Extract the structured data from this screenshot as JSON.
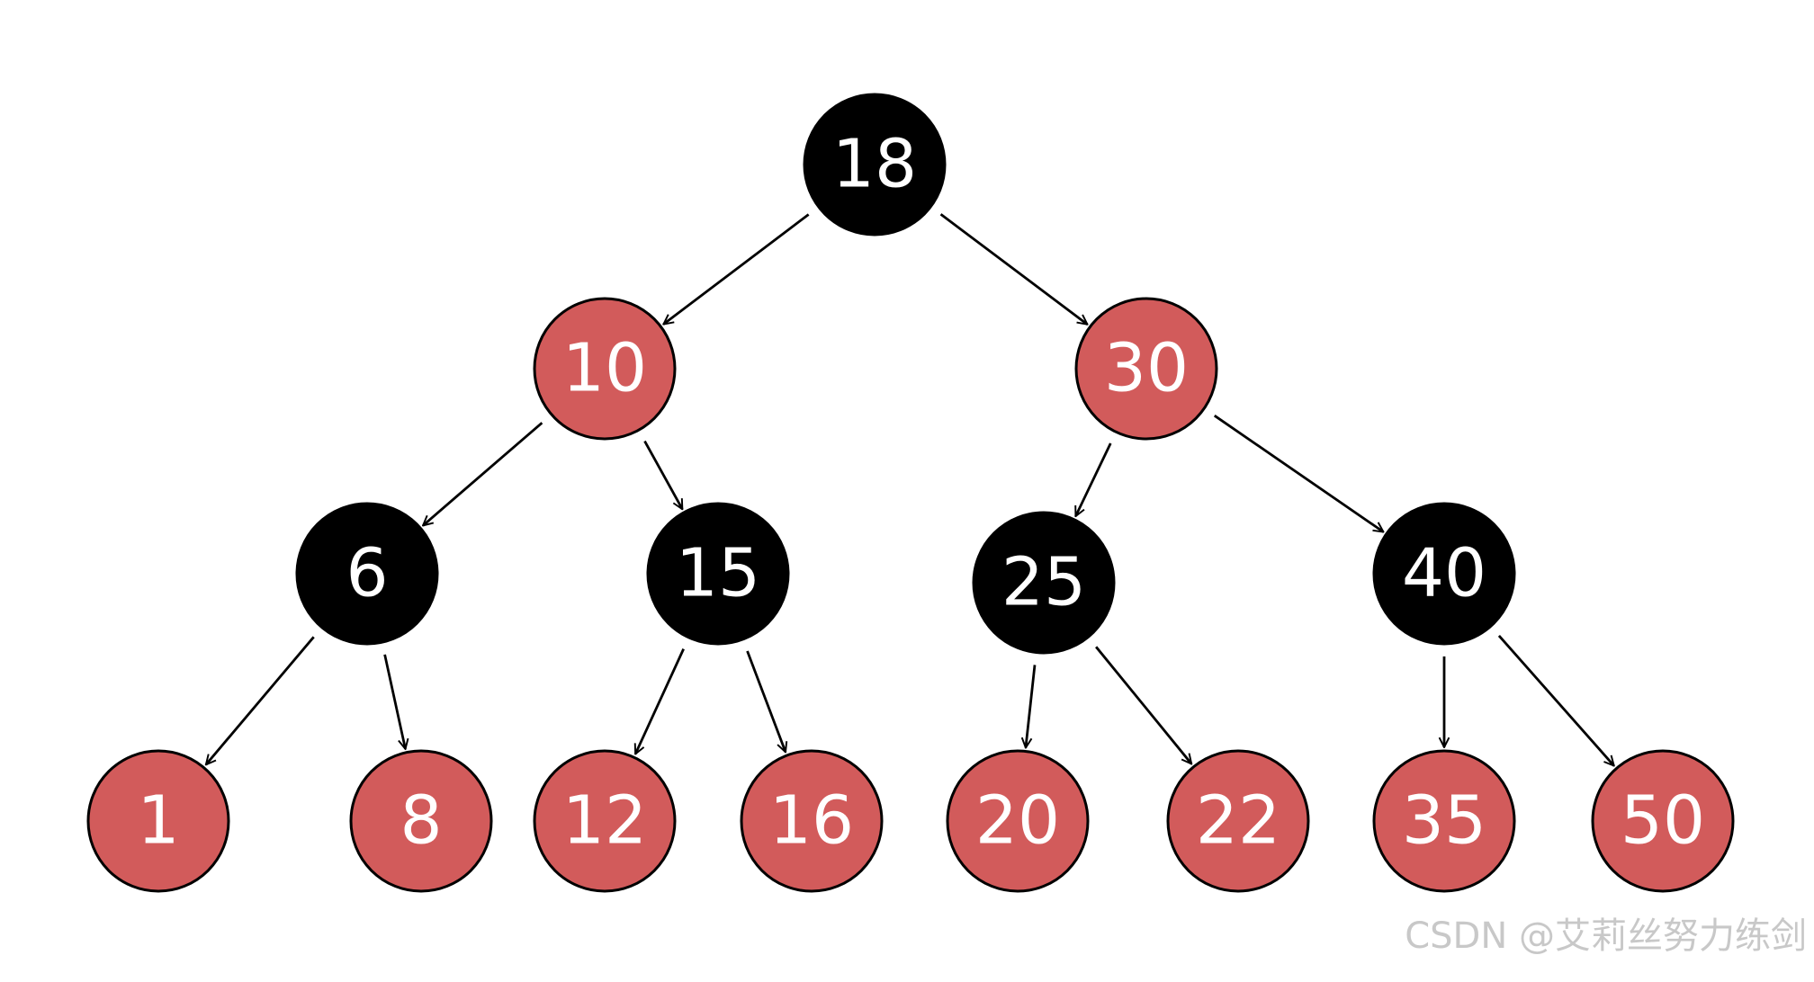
{
  "diagram": {
    "colors": {
      "black_node": "#000000",
      "red_node": "#D25B5B",
      "label": "#ffffff",
      "edge": "#000000"
    },
    "nodes": [
      {
        "id": "n18",
        "label": "18",
        "color": "black"
      },
      {
        "id": "n10",
        "label": "10",
        "color": "red"
      },
      {
        "id": "n30",
        "label": "30",
        "color": "red"
      },
      {
        "id": "n6",
        "label": "6",
        "color": "black"
      },
      {
        "id": "n15",
        "label": "15",
        "color": "black"
      },
      {
        "id": "n25",
        "label": "25",
        "color": "black"
      },
      {
        "id": "n40",
        "label": "40",
        "color": "black"
      },
      {
        "id": "n1",
        "label": "1",
        "color": "red"
      },
      {
        "id": "n8",
        "label": "8",
        "color": "red"
      },
      {
        "id": "n12",
        "label": "12",
        "color": "red"
      },
      {
        "id": "n16",
        "label": "16",
        "color": "red"
      },
      {
        "id": "n20",
        "label": "20",
        "color": "red"
      },
      {
        "id": "n22",
        "label": "22",
        "color": "red"
      },
      {
        "id": "n35",
        "label": "35",
        "color": "red"
      },
      {
        "id": "n50",
        "label": "50",
        "color": "red"
      }
    ],
    "edges": [
      {
        "from": "n18",
        "to": "n10"
      },
      {
        "from": "n18",
        "to": "n30"
      },
      {
        "from": "n10",
        "to": "n6"
      },
      {
        "from": "n10",
        "to": "n15"
      },
      {
        "from": "n30",
        "to": "n25"
      },
      {
        "from": "n30",
        "to": "n40"
      },
      {
        "from": "n6",
        "to": "n1"
      },
      {
        "from": "n6",
        "to": "n8"
      },
      {
        "from": "n15",
        "to": "n12"
      },
      {
        "from": "n15",
        "to": "n16"
      },
      {
        "from": "n25",
        "to": "n20"
      },
      {
        "from": "n25",
        "to": "n22"
      },
      {
        "from": "n40",
        "to": "n35"
      },
      {
        "from": "n40",
        "to": "n50"
      }
    ]
  },
  "watermark": "CSDN @艾莉丝努力练剑"
}
